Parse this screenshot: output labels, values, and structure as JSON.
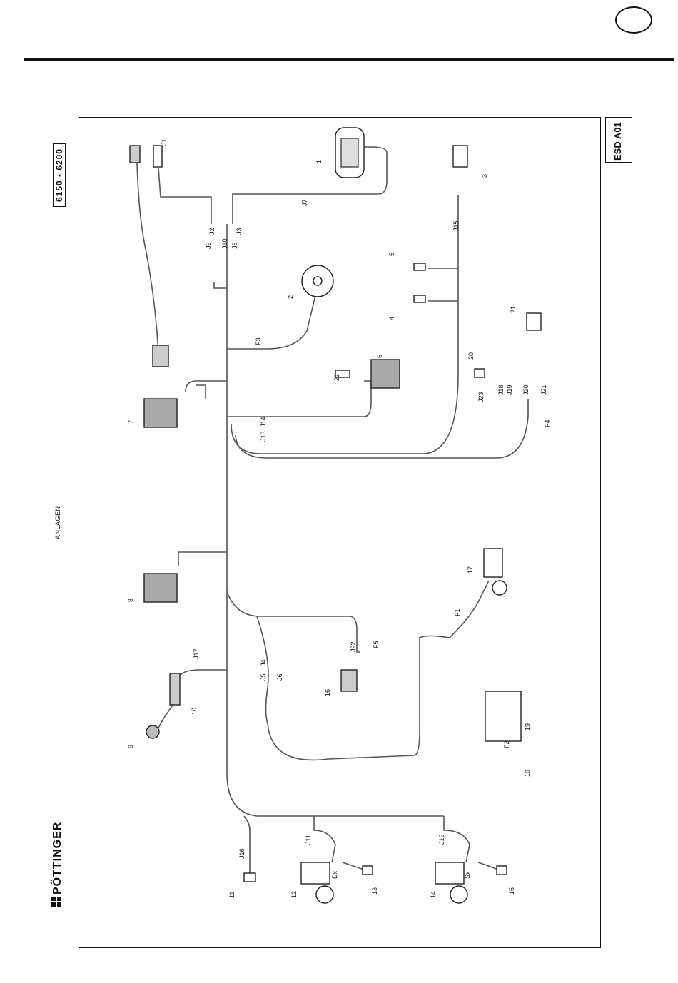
{
  "header": {
    "model_range": "6150 - 6200",
    "section": "ANLAGEN",
    "brand": "PÖTTINGER",
    "sheet_code": "ESD A01"
  },
  "part_numbers": [
    "1",
    "2",
    "3",
    "4",
    "5",
    "6",
    "7",
    "8",
    "9",
    "10",
    "11",
    "12",
    "13",
    "14",
    "15",
    "16",
    "17",
    "18",
    "19",
    "20",
    "21",
    "22"
  ],
  "connectors": [
    "J1",
    "J2",
    "J3",
    "J4",
    "J5",
    "J6",
    "J7",
    "J8",
    "J9",
    "J10",
    "J11",
    "J12",
    "J13",
    "J14",
    "J15",
    "J16",
    "J17",
    "J18",
    "J19",
    "J20",
    "J21",
    "J22",
    "J23",
    "F1",
    "F2",
    "F3",
    "F4",
    "F5",
    "Dx",
    "Sx"
  ]
}
